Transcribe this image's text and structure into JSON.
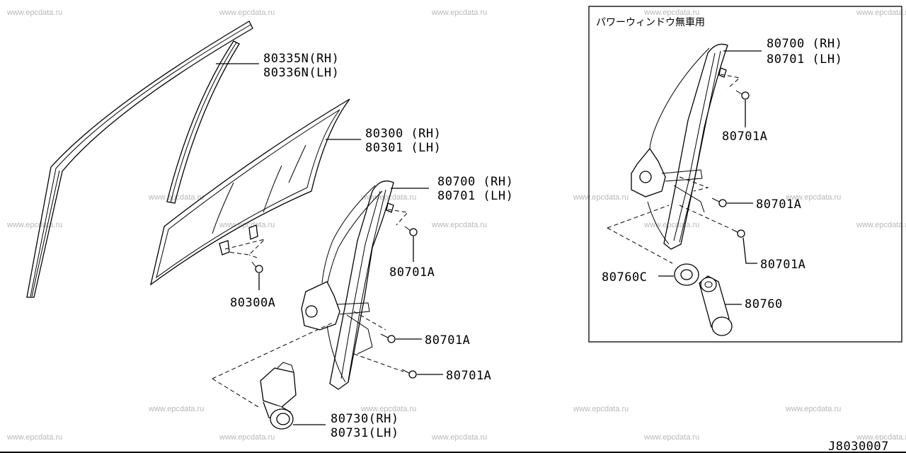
{
  "watermark": "www.epcdata.ru",
  "diagram_code": "J8030007",
  "inset": {
    "title": "パワーウィンドウ無車用"
  },
  "labels": {
    "glass_run_rh": "80335N(RH)",
    "glass_run_lh": "80336N(LH)",
    "door_glass_rh": "80300 (RH)",
    "door_glass_lh": "80301 (LH)",
    "regulator_rh": "80700 (RH)",
    "regulator_lh": "80701 (LH)",
    "bolt_regulator_1": "80701A",
    "bolt_glass": "80300A",
    "bolt_regulator_2": "80701A",
    "bolt_regulator_3": "80701A",
    "motor_rh": "80730(RH)",
    "motor_lh": "80731(LH)",
    "inset_regulator_rh": "80700 (RH)",
    "inset_regulator_lh": "80701 (LH)",
    "inset_bolt_1": "80701A",
    "inset_bolt_2": "80701A",
    "inset_bolt_3": "80701A",
    "inset_escutcheon": "80760C",
    "inset_handle": "80760"
  }
}
